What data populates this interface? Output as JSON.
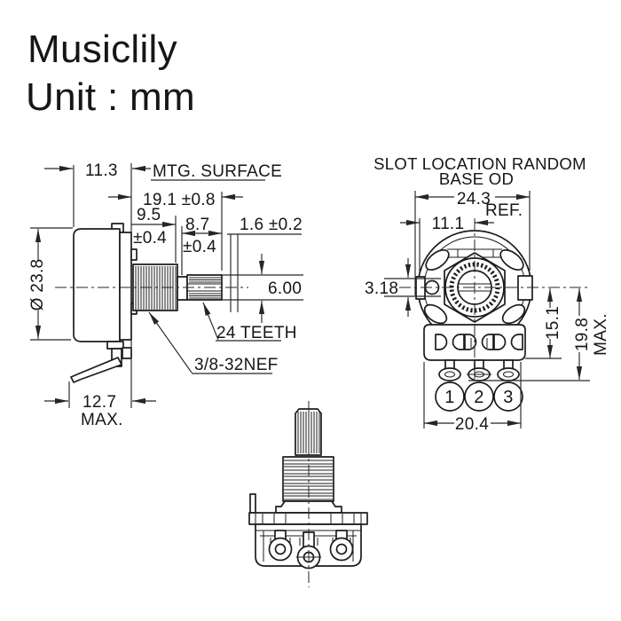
{
  "header": {
    "brand": "Musiclily",
    "unit_label": "Unit : mm"
  },
  "side_view": {
    "dim_body_to_mtg": "11.3",
    "mtg_surface_label": "MTG. SURFACE",
    "dim_shaft_assembly": "19.1 ±0.8",
    "dim_bushing": "9.5",
    "dim_bushing_tol": "±0.4",
    "dim_shaft": "8.7",
    "dim_shaft_tol": "±0.4",
    "dim_slot": "1.6 ±0.2",
    "dim_shaft_dia": "6.00",
    "dim_body_dia": "Ø 23.8",
    "teeth_label": "24 TEETH",
    "thread_label": "3/8-32NEF",
    "dim_terminal": "12.7",
    "dim_terminal_max": "MAX."
  },
  "front_view": {
    "note_line1": "SLOT LOCATION RANDOM",
    "note_line2": "BASE OD",
    "dim_base_od": "24.3",
    "dim_base_od_ref": "REF.",
    "dim_center_offset": "11.1",
    "dim_hole_dia": "3.18",
    "dim_center_to_base": "15.1",
    "dim_overall": "19.8",
    "dim_overall_max": "MAX.",
    "dim_terminal_span": "20.4",
    "terminals": [
      "1",
      "2",
      "3"
    ]
  },
  "colors": {
    "line": "#1c1c1c",
    "background": "#ffffff"
  }
}
